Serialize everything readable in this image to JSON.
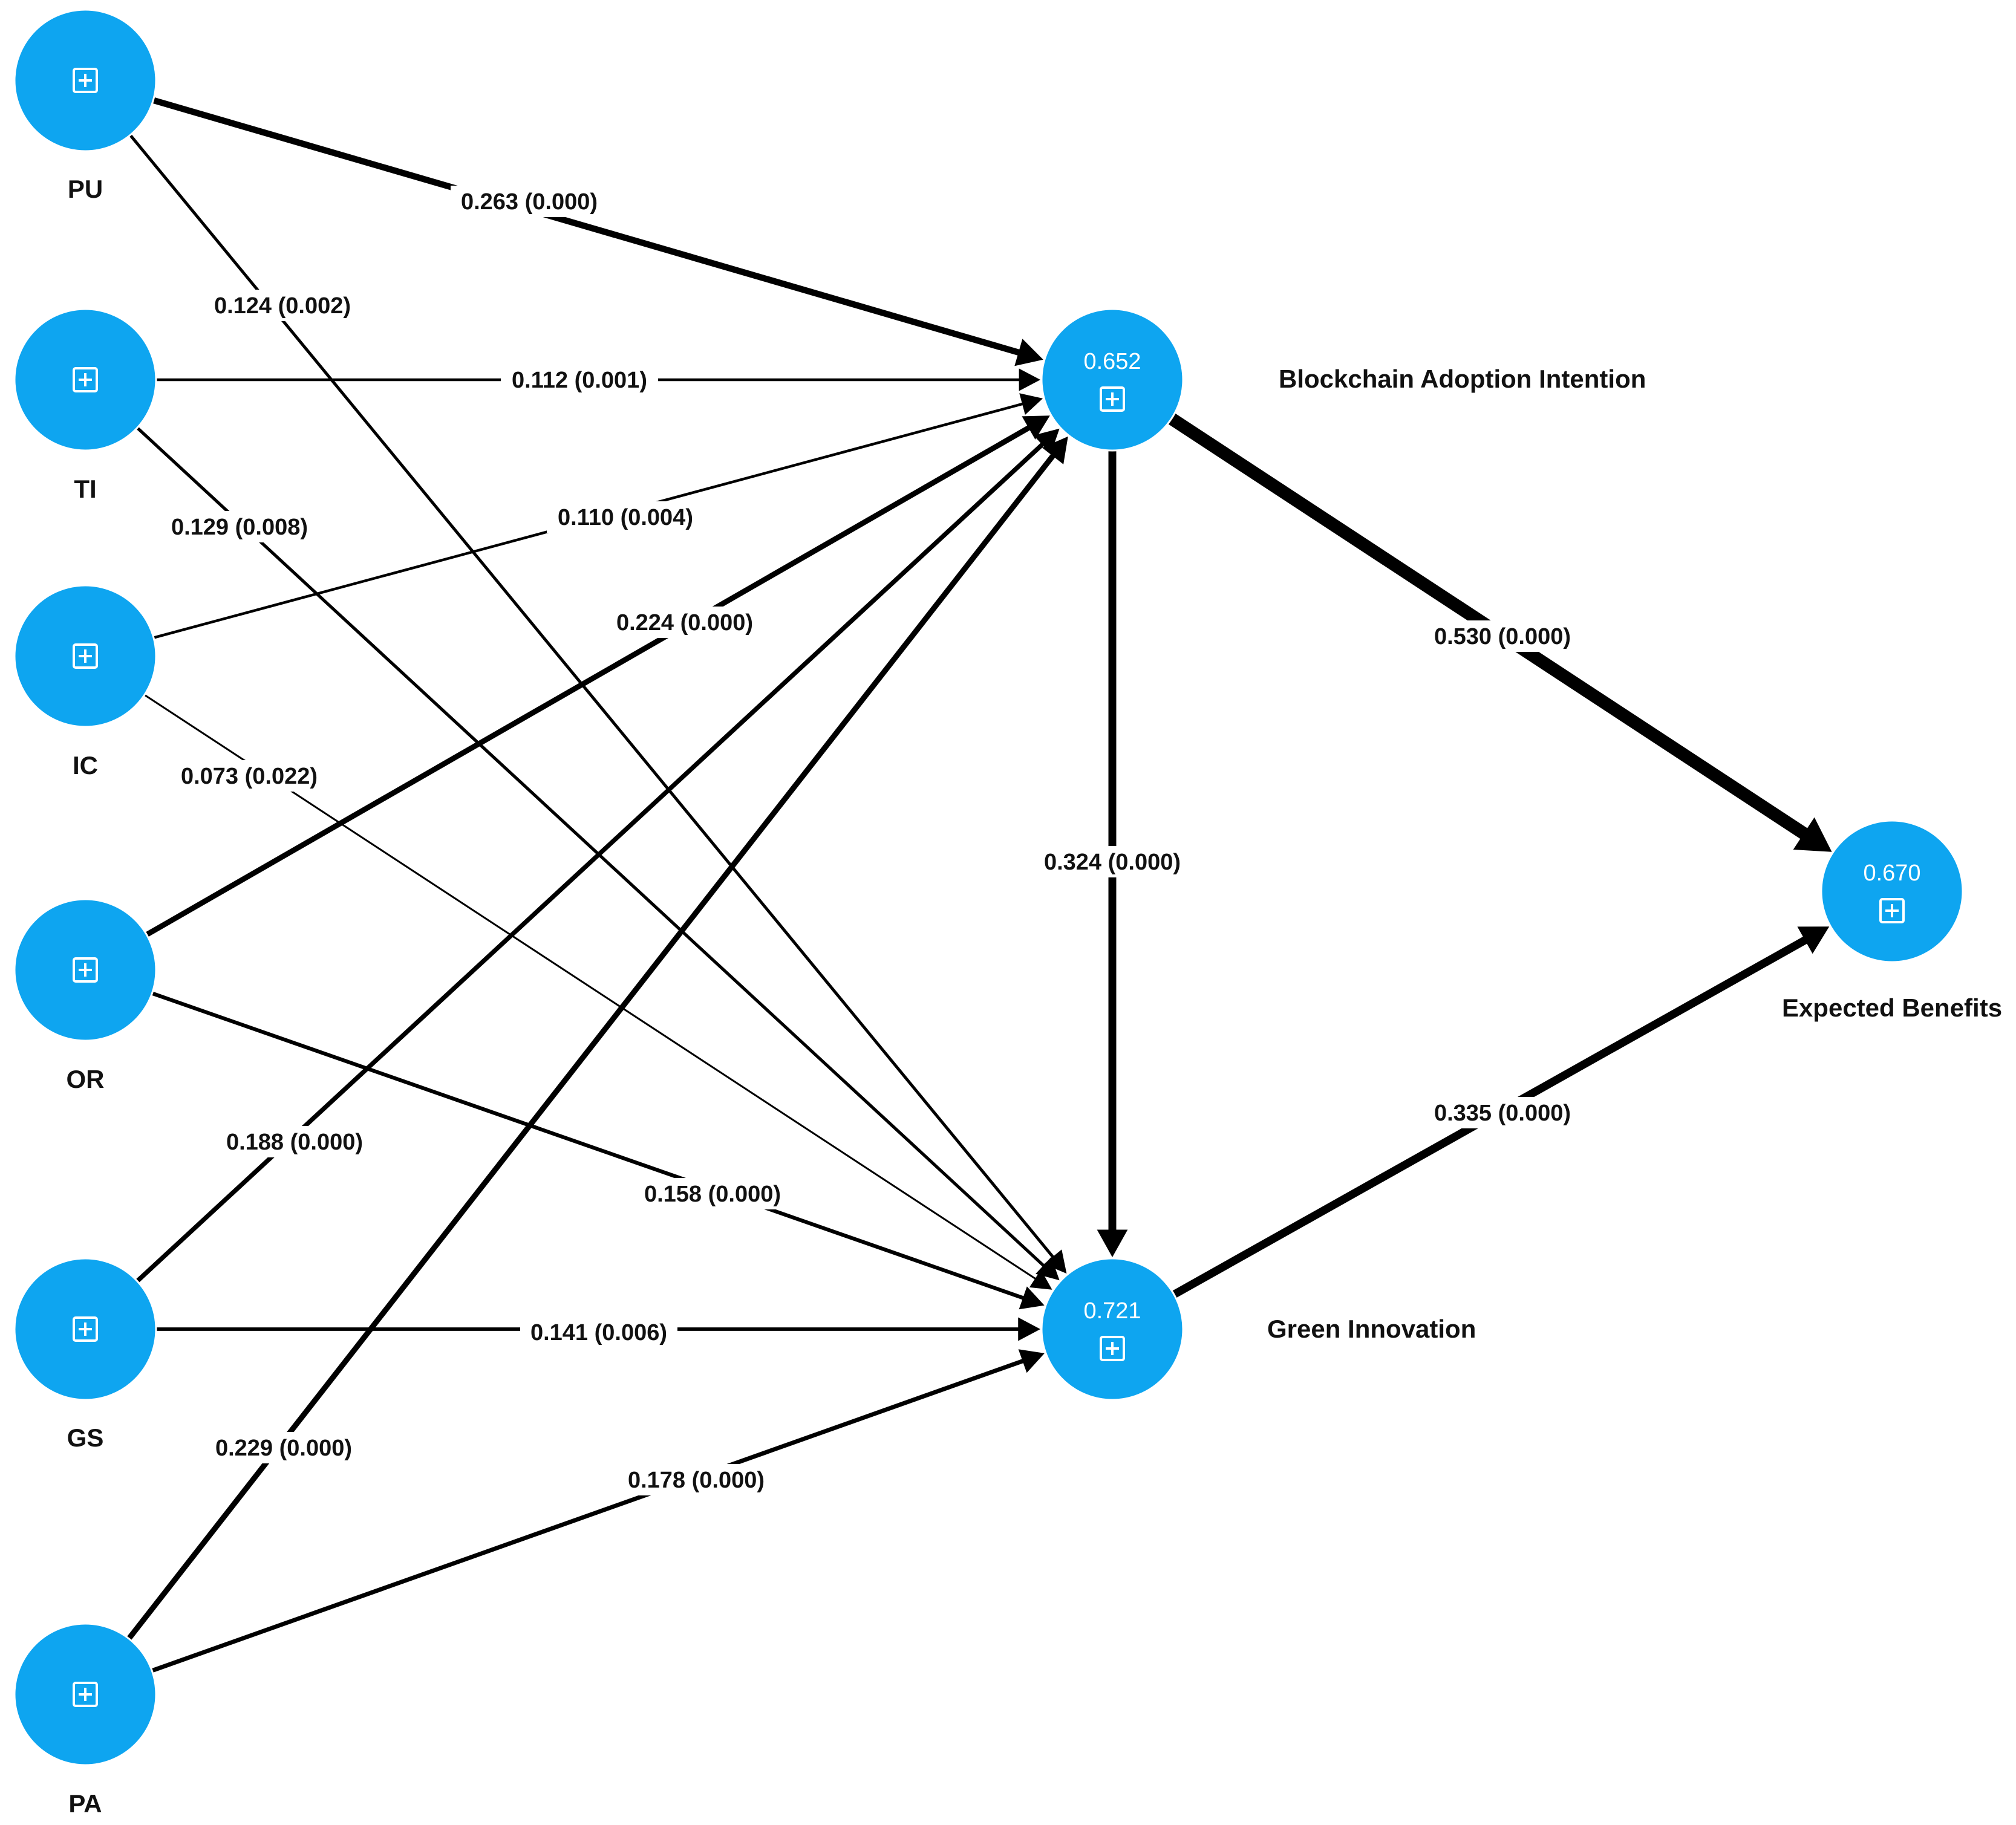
{
  "diagram": {
    "nodes": [
      {
        "id": "PU",
        "label": "PU",
        "value": "",
        "icon": "expand-icon"
      },
      {
        "id": "TI",
        "label": "TI",
        "value": "",
        "icon": "expand-icon"
      },
      {
        "id": "IC",
        "label": "IC",
        "value": "",
        "icon": "expand-icon"
      },
      {
        "id": "OR",
        "label": "OR",
        "value": "",
        "icon": "expand-icon"
      },
      {
        "id": "GS",
        "label": "GS",
        "value": "",
        "icon": "expand-icon"
      },
      {
        "id": "PA",
        "label": "PA",
        "value": "",
        "icon": "expand-icon"
      },
      {
        "id": "BAI",
        "label": "Blockchain Adoption Intention",
        "value": "0.652",
        "icon": "expand-icon"
      },
      {
        "id": "GI",
        "label": "Green Innovation",
        "value": "0.721",
        "icon": "expand-icon"
      },
      {
        "id": "EB",
        "label": "Expected Benefits",
        "value": "0.670",
        "icon": "expand-icon"
      }
    ],
    "edges": [
      {
        "from": "PU",
        "to": "BAI",
        "label": "0.263 (0.000)",
        "coefficient": 0.263
      },
      {
        "from": "PU",
        "to": "GI",
        "label": "0.124 (0.002)",
        "coefficient": 0.124
      },
      {
        "from": "TI",
        "to": "BAI",
        "label": "0.112 (0.001)",
        "coefficient": 0.112
      },
      {
        "from": "TI",
        "to": "GI",
        "label": "0.129 (0.008)",
        "coefficient": 0.129
      },
      {
        "from": "IC",
        "to": "BAI",
        "label": "0.110 (0.004)",
        "coefficient": 0.11
      },
      {
        "from": "IC",
        "to": "GI",
        "label": "0.073 (0.022)",
        "coefficient": 0.073
      },
      {
        "from": "OR",
        "to": "BAI",
        "label": "0.224 (0.000)",
        "coefficient": 0.224
      },
      {
        "from": "OR",
        "to": "GI",
        "label": "0.158 (0.000)",
        "coefficient": 0.158
      },
      {
        "from": "GS",
        "to": "BAI",
        "label": "0.188 (0.000)",
        "coefficient": 0.188
      },
      {
        "from": "GS",
        "to": "GI",
        "label": "0.141 (0.006)",
        "coefficient": 0.141
      },
      {
        "from": "PA",
        "to": "BAI",
        "label": "0.229 (0.000)",
        "coefficient": 0.229
      },
      {
        "from": "PA",
        "to": "GI",
        "label": "0.178 (0.000)",
        "coefficient": 0.178
      },
      {
        "from": "BAI",
        "to": "GI",
        "label": "0.324 (0.000)",
        "coefficient": 0.324
      },
      {
        "from": "BAI",
        "to": "EB",
        "label": "0.530 (0.000)",
        "coefficient": 0.53
      },
      {
        "from": "GI",
        "to": "EB",
        "label": "0.335 (0.000)",
        "coefficient": 0.335
      }
    ]
  }
}
